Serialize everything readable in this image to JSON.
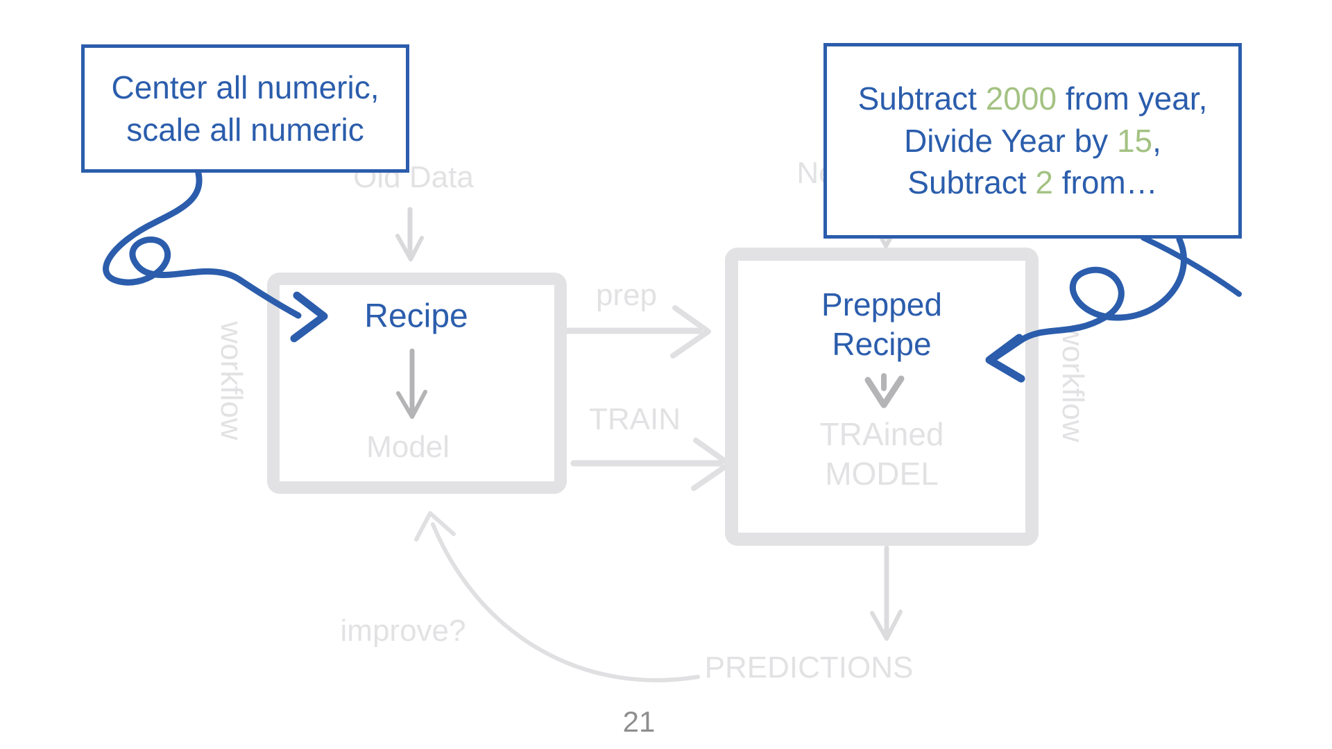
{
  "page": {
    "number": "21"
  },
  "colors": {
    "blue": "#2b5dac",
    "green": "#a4c283",
    "faded_gray": "#e2e2e4",
    "mid_gray": "#b4b4b6",
    "page_gray": "#8e8e8e"
  },
  "callouts": {
    "left": {
      "line1": "Center all numeric,",
      "line2": "scale all numeric"
    },
    "right": {
      "line1": {
        "pre": "Subtract ",
        "num": "2000",
        "post": " from year,"
      },
      "line2": {
        "pre": "Divide Year by ",
        "num": "15",
        "post": ","
      },
      "line3": {
        "pre": "Subtract ",
        "num": "2",
        "post": " from…"
      }
    }
  },
  "diagram": {
    "old_data": "Old Data",
    "new_data": "New Data",
    "left_box": {
      "workflow": "workflow",
      "recipe": "Recipe",
      "model": "Model"
    },
    "right_box": {
      "workflow": "workflow",
      "prepped_line1": "Prepped",
      "prepped_line2": "Recipe",
      "trained_line1": "TRAined",
      "trained_line2": "MODEL"
    },
    "prep_label": "prep",
    "train_label": "TRAIN",
    "predictions": "PREDICTIONS",
    "improve": "improve?"
  }
}
